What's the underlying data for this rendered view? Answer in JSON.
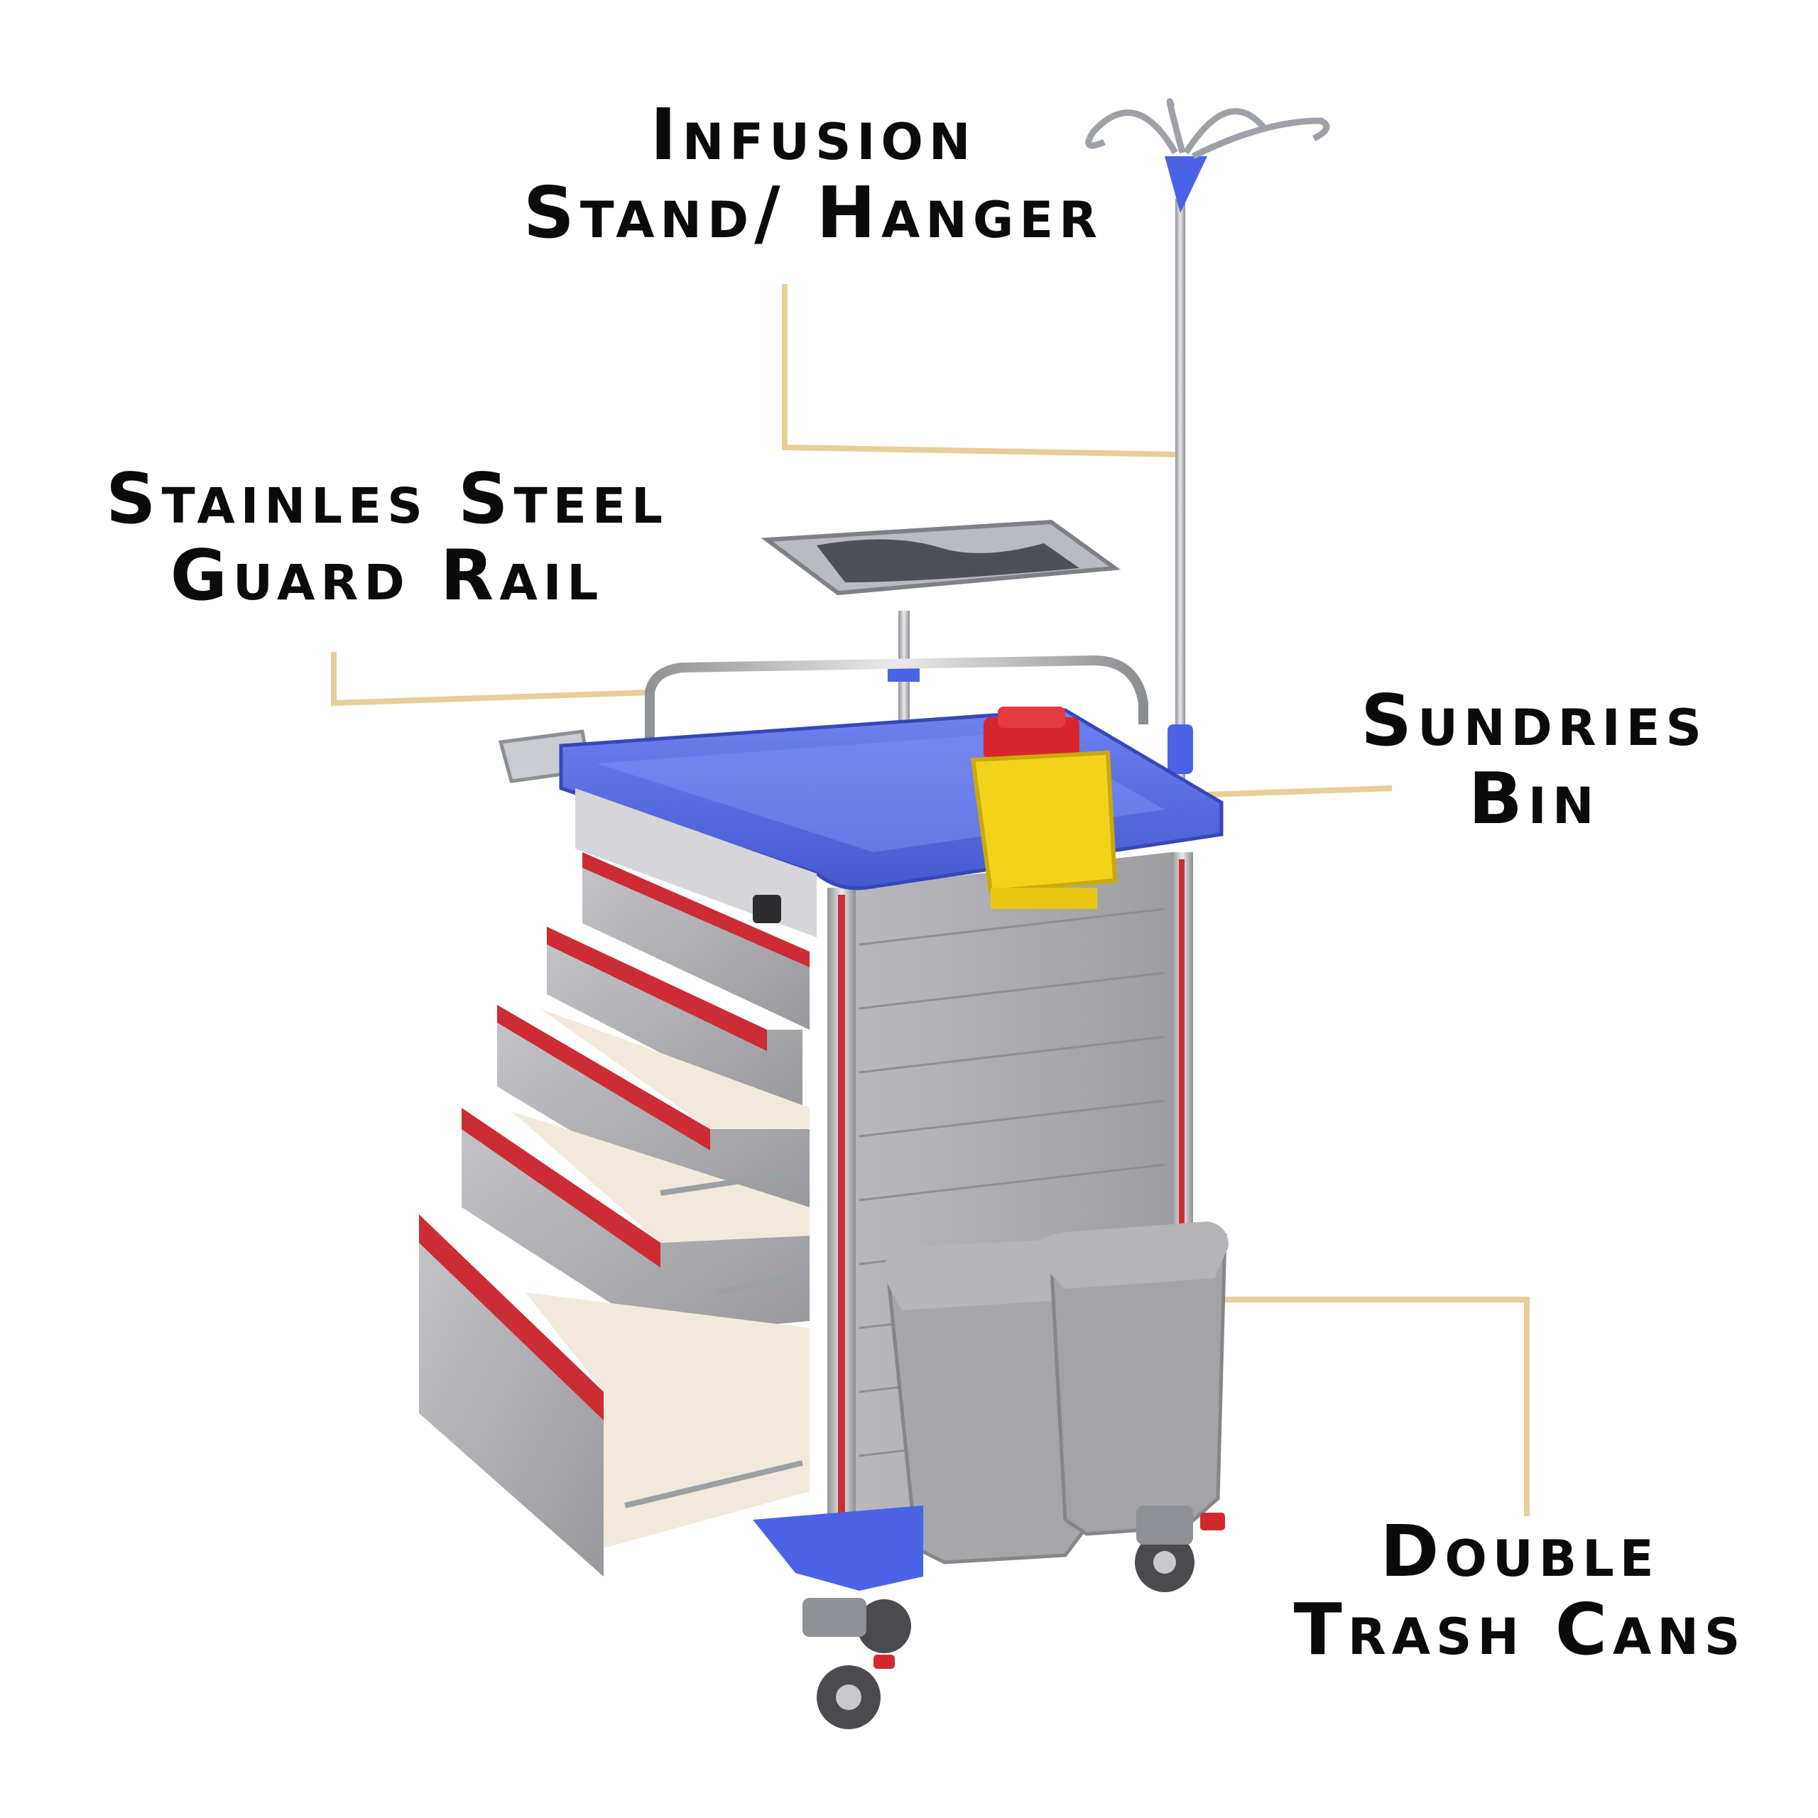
{
  "callouts": {
    "infusion": {
      "line1": "Infusion",
      "line2": "Stand/ Hanger"
    },
    "guard_rail": {
      "line1": "Stainles Steel",
      "line2": "Guard Rail"
    },
    "sundries": {
      "line1": "Sundries",
      "line2": "Bin"
    },
    "trash": {
      "line1": "Double",
      "line2": "Trash Cans"
    }
  },
  "colors": {
    "leader_line": "#e6cf98",
    "text": "#0b0b0b",
    "tray_blue": "#5b6fe0",
    "drawer_red": "#cc2c33",
    "body_grey": "#a9a9ad",
    "bin_yellow": "#f3d21c"
  }
}
